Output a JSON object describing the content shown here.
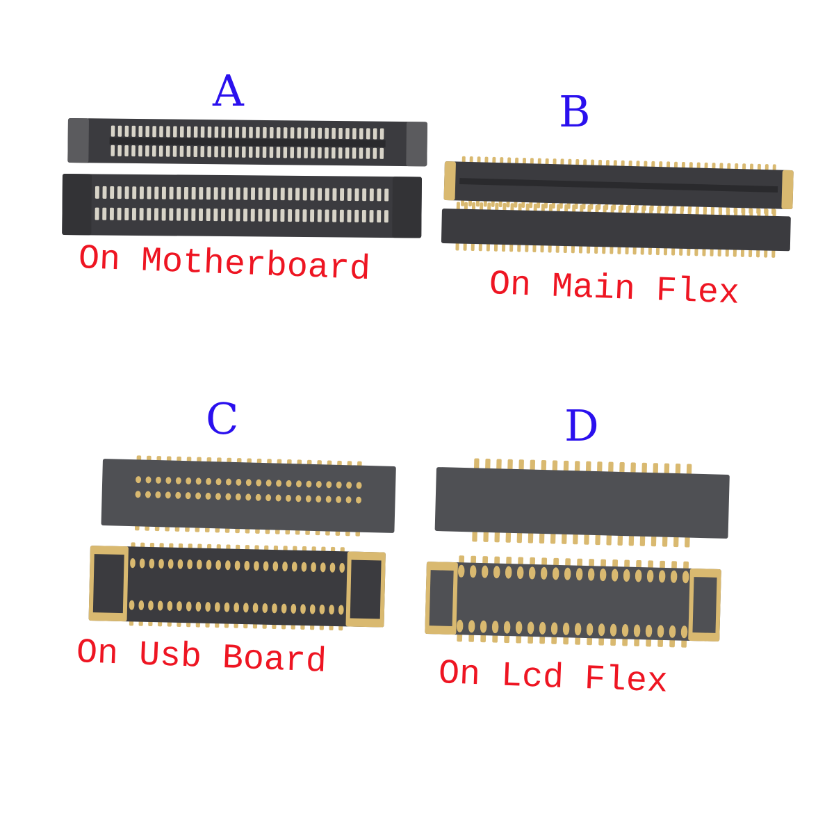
{
  "colors": {
    "letter": "#2a10ee",
    "caption": "#ee1522",
    "body_dark": "#3b3b3f",
    "body_gray": "#4f5054",
    "pin_gold": "#d9b970",
    "pin_silver": "#d8d4c8"
  },
  "panels": [
    {
      "letter": "A",
      "caption": "On Motherboard"
    },
    {
      "letter": "B",
      "caption": "On Main Flex"
    },
    {
      "letter": "C",
      "caption": "On Usb Board"
    },
    {
      "letter": "D",
      "caption": "On Lcd Flex"
    }
  ]
}
